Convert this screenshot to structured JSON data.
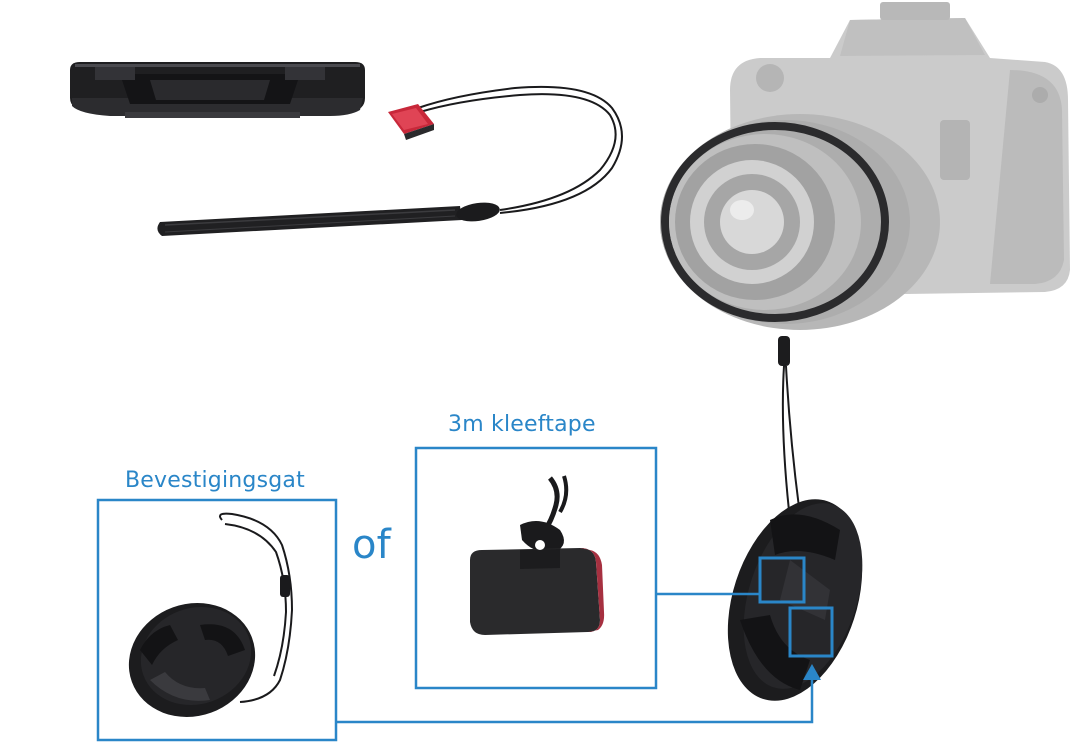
{
  "labels": {
    "attachment_hole": "Bevestigingsgat",
    "adhesive_tape": "3m kleeftape",
    "or": "of"
  },
  "colors": {
    "accent": "#2a86c8",
    "cap_black": "#1c1c1e",
    "tape_red": "#c8283a",
    "camera_gray": "#c8c8c8"
  }
}
